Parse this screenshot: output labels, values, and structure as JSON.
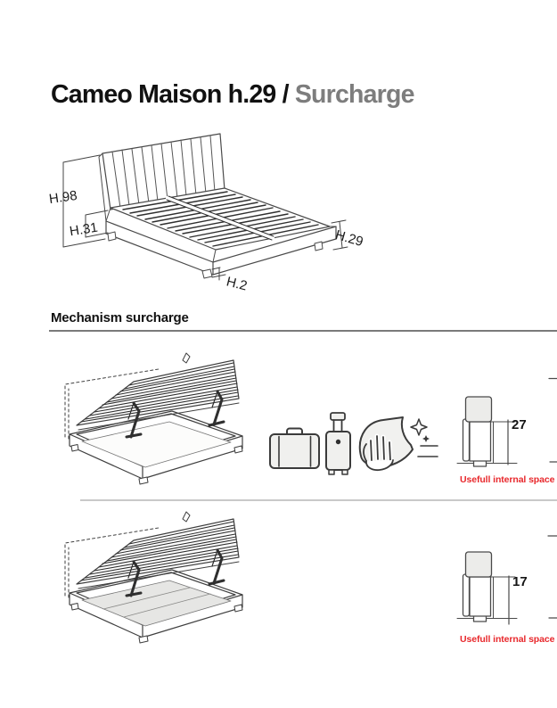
{
  "title": {
    "main": "Cameo Maison h.29 / ",
    "accent": "Surcharge"
  },
  "front_view": {
    "labels": {
      "total_height": "H.98",
      "platform_height": "H.31",
      "side_height": "H.29",
      "foot_height": "H.2"
    }
  },
  "section": {
    "heading": "Mechanism surcharge"
  },
  "rows": [
    {
      "space_value": "27",
      "caption": "Usefull internal space"
    },
    {
      "space_value": "17",
      "caption": "Usefull internal space"
    }
  ],
  "icons": {
    "suitcase": "suitcase-icon",
    "trolley": "trolley-icon",
    "hand_wipe": "hand-wipe-icon",
    "sparkles": "sparkles-icon"
  },
  "colors": {
    "caption_red": "#e8282c",
    "title_accent_gray": "#7d7d7d",
    "section_rule": "#7a7a7a",
    "row_divider": "#c9c9c9",
    "line_art": "#3f3f3f"
  }
}
